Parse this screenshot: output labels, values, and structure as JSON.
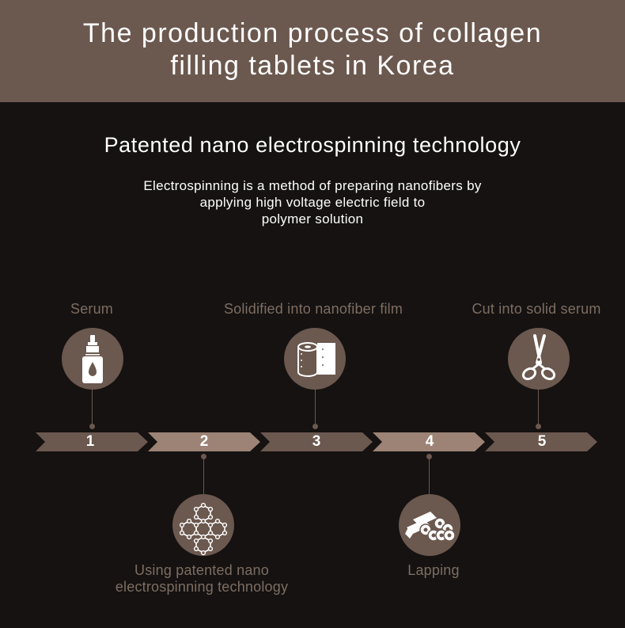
{
  "header": {
    "title_line1": "The production process of collagen",
    "title_line2": "filling tablets in Korea"
  },
  "section": {
    "subtitle": "Patented nano electrospinning technology",
    "description_line1": "Electrospinning is a method of preparing nanofibers by",
    "description_line2": "applying high voltage electric field to",
    "description_line3": "polymer solution"
  },
  "steps": [
    {
      "number": "1",
      "label": "Serum",
      "icon": "serum-bottle-icon",
      "color": "#6b584e"
    },
    {
      "number": "2",
      "label_line1": "Using patented nano",
      "label_line2": "electrospinning technology",
      "icon": "hexagon-molecule-icon",
      "color": "#9c8375"
    },
    {
      "number": "3",
      "label": "Solidified into nanofiber film",
      "icon": "film-roll-icon",
      "color": "#6b584e"
    },
    {
      "number": "4",
      "label": "Lapping",
      "icon": "rolled-sheets-icon",
      "color": "#9c8375"
    },
    {
      "number": "5",
      "label": "Cut into solid serum",
      "icon": "scissors-icon",
      "color": "#6b584e"
    }
  ],
  "colors": {
    "header_bg": "#6b584e",
    "page_bg": "#151211",
    "label_text": "#7d6d62",
    "arrow_dark": "#6b584e",
    "arrow_light": "#9c8375"
  }
}
